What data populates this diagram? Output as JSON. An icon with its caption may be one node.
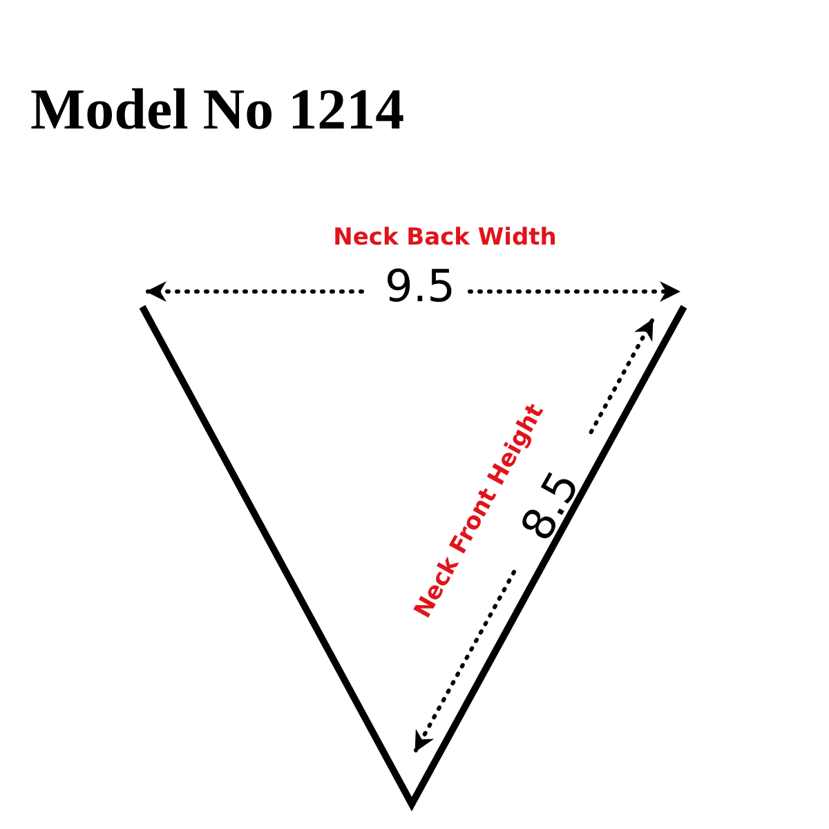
{
  "diagram": {
    "title": "Model No 1214",
    "labels": [
      "Neck Back Width",
      "9.5",
      "Neck Front Height",
      "8.5"
    ]
  }
}
